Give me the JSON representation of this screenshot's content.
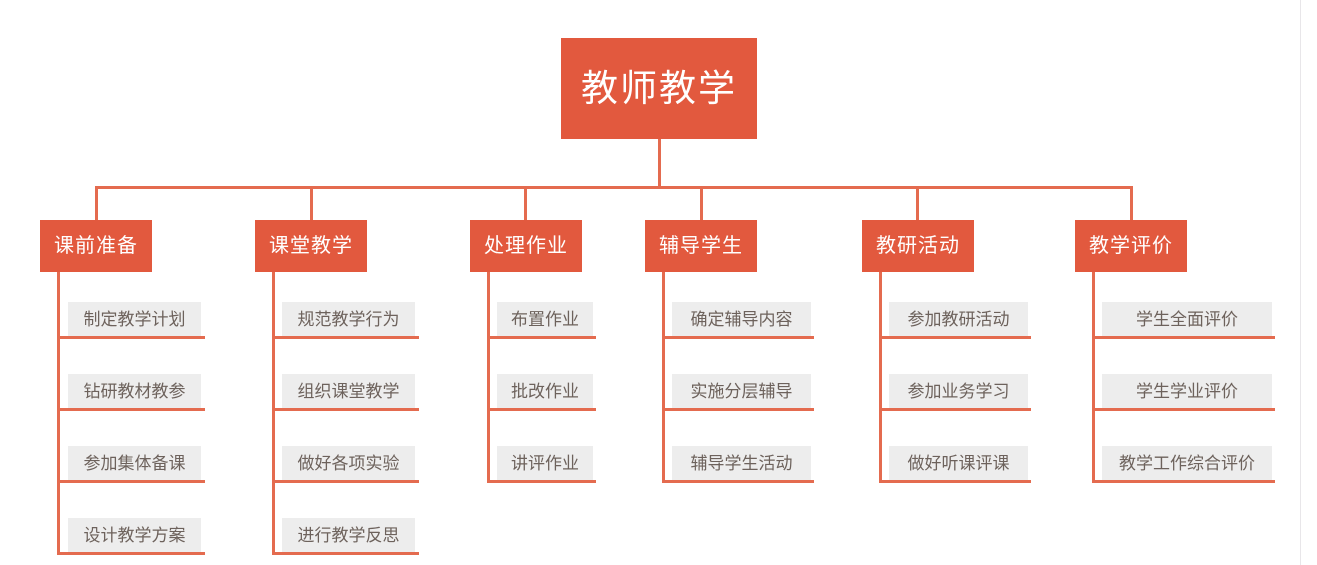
{
  "diagram": {
    "type": "organization-chart",
    "orientation": "top-down",
    "colors": {
      "node_fill": "#e2593e",
      "node_text": "#ffffff",
      "connector": "#e46b4f",
      "leaf_fill": "#ededed",
      "leaf_text": "#6d625c",
      "background": "#ffffff"
    },
    "root": {
      "label": "教师教学"
    },
    "branches": [
      {
        "label": "课前准备",
        "children": [
          {
            "label": "制定教学计划"
          },
          {
            "label": "钻研教材教参"
          },
          {
            "label": "参加集体备课"
          },
          {
            "label": "设计教学方案"
          }
        ]
      },
      {
        "label": "课堂教学",
        "children": [
          {
            "label": "规范教学行为"
          },
          {
            "label": "组织课堂教学"
          },
          {
            "label": "做好各项实验"
          },
          {
            "label": "进行教学反思"
          }
        ]
      },
      {
        "label": "处理作业",
        "children": [
          {
            "label": "布置作业"
          },
          {
            "label": "批改作业"
          },
          {
            "label": "讲评作业"
          }
        ]
      },
      {
        "label": "辅导学生",
        "children": [
          {
            "label": "确定辅导内容"
          },
          {
            "label": "实施分层辅导"
          },
          {
            "label": "辅导学生活动"
          }
        ]
      },
      {
        "label": "教研活动",
        "children": [
          {
            "label": "参加教研活动"
          },
          {
            "label": "参加业务学习"
          },
          {
            "label": "做好听课评课"
          }
        ]
      },
      {
        "label": "教学评价",
        "children": [
          {
            "label": "学生全面评价"
          },
          {
            "label": "学生学业评价"
          },
          {
            "label": "教学工作综合评价"
          }
        ]
      }
    ]
  }
}
